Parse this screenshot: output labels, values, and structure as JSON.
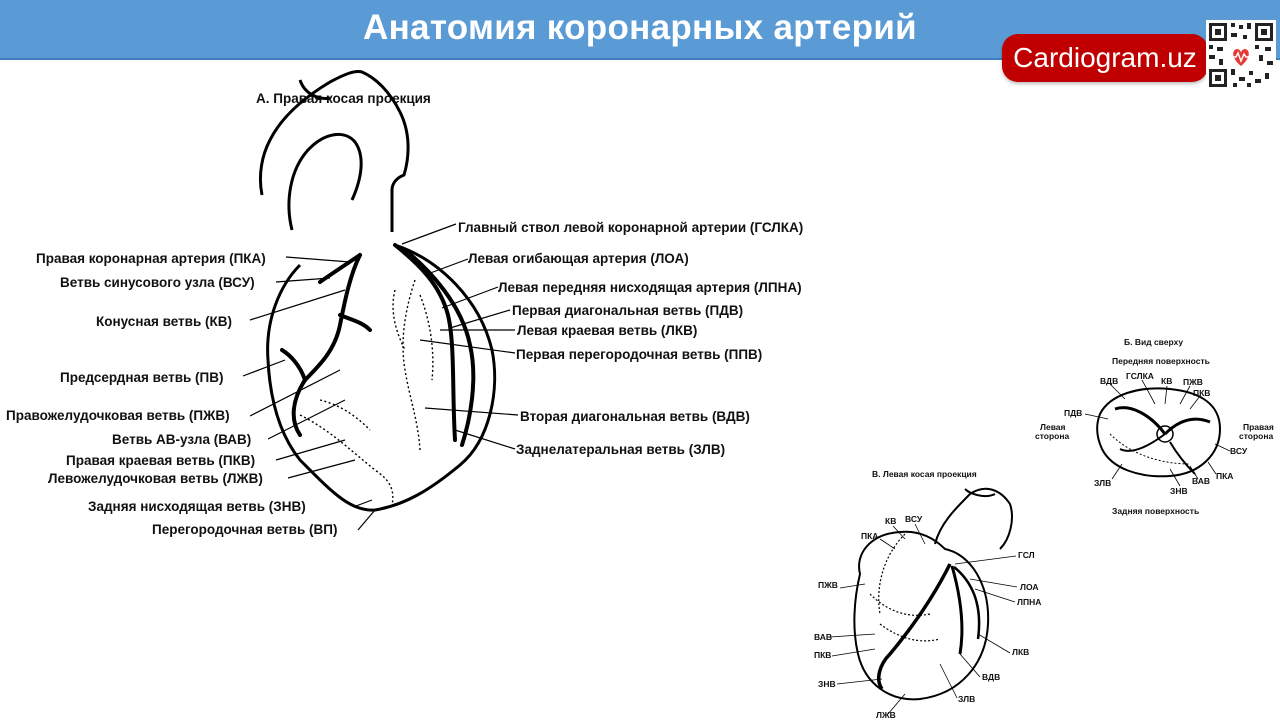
{
  "slide": {
    "title": "Анатомия коронарных артерий",
    "brand": "Cardiogram.uz",
    "colors": {
      "header": "#5b9bd5",
      "brand": "#c00000"
    }
  },
  "panel_a": {
    "caption": "А.  Правая косая проекция",
    "labels": {
      "gslka": "Главный ствол левой коронарной артерии (ГСЛКА)",
      "pka": "Правая коронарная артерия (ПКА)",
      "loa": "Левая огибающая артерия (ЛОА)",
      "vsu": "Ветвь синусового узла (ВСУ)",
      "lpna": "Левая передняя нисходящая артерия (ЛПНА)",
      "pdv": "Первая диагональная ветвь (ПДВ)",
      "kv": "Конусная ветвь (КВ)",
      "lkv": "Левая краевая ветвь (ЛКВ)",
      "ppv": "Первая перегородочная ветвь (ППВ)",
      "pv": "Предсердная ветвь (ПВ)",
      "pzhv": "Правожелудочковая ветвь (ПЖВ)",
      "vdv": "Вторая диагональная ветвь (ВДВ)",
      "vav": "Ветвь АВ-узла (ВАВ)",
      "zlv": "Заднелатеральная ветвь (ЗЛВ)",
      "pkv": "Правая краевая ветвь (ПКВ)",
      "lzhv": "Левожелудочковая ветвь (ЛЖВ)",
      "znv": "Задняя нисходящая ветвь (ЗНВ)",
      "vp": "Перегородочная ветвь (ВП)"
    }
  },
  "panel_b": {
    "caption": "Б.  Вид сверху",
    "front": "Передняя поверхность",
    "back": "Задняя поверхность",
    "left_side_1": "Левая",
    "left_side_2": "сторона",
    "right_side_1": "Правая",
    "right_side_2": "сторона",
    "labels": {
      "vdv": "ВДВ",
      "gslka": "ГСЛКА",
      "kv": "КВ",
      "pzhv": "ПЖВ",
      "pkv": "ПКВ",
      "pdv": "ПДВ",
      "vsu": "ВСУ",
      "zlv": "ЗЛВ",
      "pka": "ПКА",
      "vav": "ВАВ",
      "znv": "ЗНВ"
    }
  },
  "panel_c": {
    "caption": "В.  Левая косая проекция",
    "labels": {
      "kv": "КВ",
      "vsu": "ВСУ",
      "pka": "ПКА",
      "gsl": "ГСЛ",
      "pzhv": "ПЖВ",
      "loa": "ЛОА",
      "lpna": "ЛПНА",
      "vav": "ВАВ",
      "pkv": "ПКВ",
      "lkv": "ЛКВ",
      "vdv": "ВДВ",
      "znv": "ЗНВ",
      "zlv": "ЗЛВ",
      "lzhv": "ЛЖВ"
    }
  }
}
